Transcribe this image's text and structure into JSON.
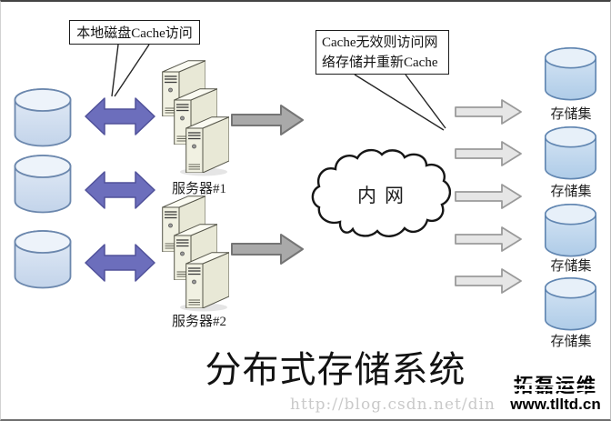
{
  "diagram": {
    "title": "分布式存储系统",
    "callout_local_cache": "本地磁盘Cache访问",
    "callout_network_cache": {
      "line1": "Cache无效则访问网",
      "line2": "络存储并重新Cache"
    },
    "cloud_label": "内网",
    "servers": [
      {
        "label": "服务器#1"
      },
      {
        "label": "服务器#2"
      }
    ],
    "storage_sets": [
      "存储集",
      "存储集",
      "存储集",
      "存储集"
    ]
  },
  "watermark": {
    "url": "http://blog.csdn.net/din",
    "brand_name": "拓磊运维",
    "brand_site": "www.tlltd.cn"
  },
  "colors": {
    "double_arrow_blue": "#6c6ebc",
    "mid_arrow_gray": "#a9a9a9",
    "right_arrow_light": "#e6e6e6",
    "cylinder_body_blue": "#c3d4ea",
    "server_case_beige": "#f1f1e2",
    "watermark_gray": "#c9c9c9"
  }
}
